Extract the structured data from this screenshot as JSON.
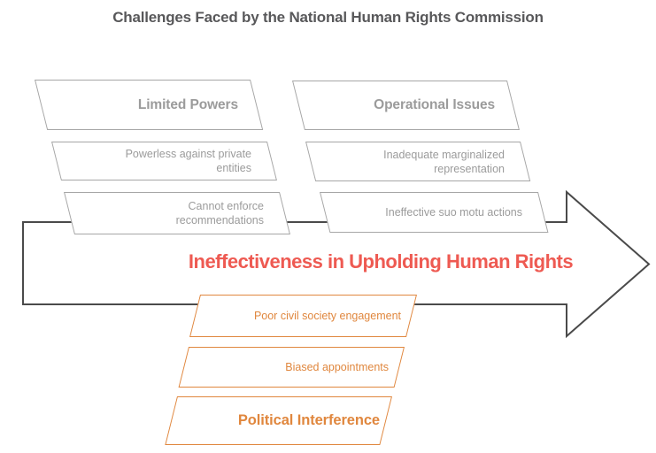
{
  "title": "Challenges Faced by the National Human Rights Commission",
  "arrow": {
    "label": "Ineffectiveness in Upholding Human Rights"
  },
  "groups": {
    "limited_powers": {
      "header": "Limited Powers",
      "items": [
        "Powerless against private entities",
        "Cannot enforce recommendations"
      ]
    },
    "operational_issues": {
      "header": "Operational Issues",
      "items": [
        "Inadequate marginalized representation",
        "Ineffective suo motu actions"
      ]
    },
    "political_interference": {
      "header": "Political Interference",
      "items": [
        "Poor civil society engagement",
        "Biased appointments"
      ]
    }
  },
  "colors": {
    "title_text": "#58585a",
    "gray_border": "#a6a6a6",
    "gray_text": "#9b9b9b",
    "orange": "#e0873e",
    "red_label": "#ee5a52",
    "arrow_outline": "#4a4a4a",
    "background": "#ffffff"
  }
}
